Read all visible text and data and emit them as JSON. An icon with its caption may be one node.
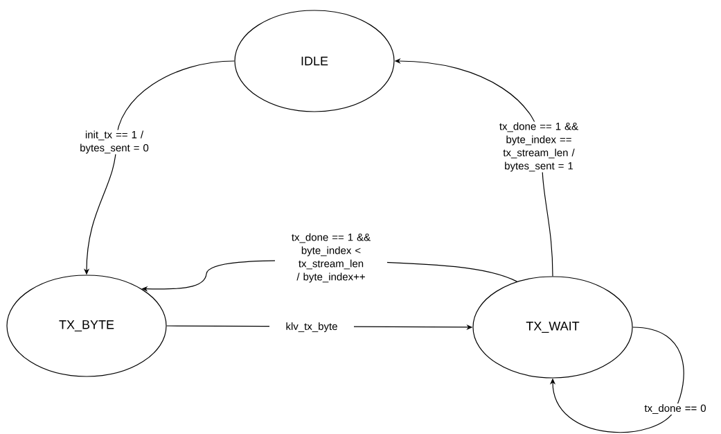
{
  "diagram": {
    "nodes": [
      {
        "text": [
          "IDLE"
        ]
      },
      {
        "text": [
          "TX_BYTE"
        ]
      },
      {
        "text": [
          "TX_WAIT"
        ]
      }
    ],
    "edges": [
      {
        "from": 0,
        "to": 1,
        "arrow": "to",
        "label": "init_tx == 1 / bytes_sent = 0"
      },
      {
        "from": 2,
        "to": 0,
        "arrow": "to",
        "label": "tx_done == 1 && byte_index == tx_stream_len / bytes_sent = 1"
      },
      {
        "from": 2,
        "to": 1,
        "arrow": "to",
        "label": "tx_done == 1 && byte_index < tx_stream_len / byte_index++"
      },
      {
        "from": 1,
        "to": 2,
        "arrow": "to",
        "label": "klv_tx_byte"
      },
      {
        "from": 2,
        "to": 2,
        "arrow": "to",
        "label": "tx_done == 0"
      }
    ]
  }
}
